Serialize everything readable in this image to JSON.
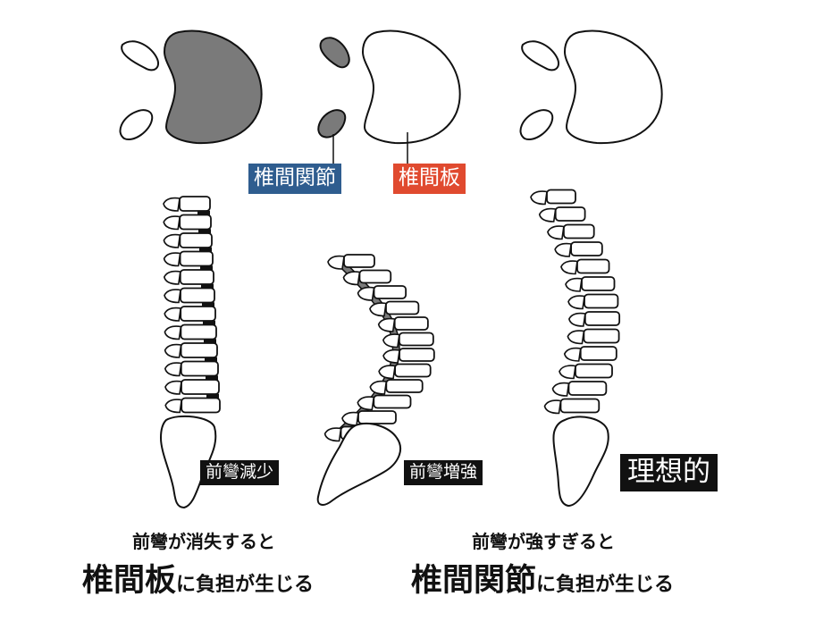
{
  "labels": {
    "facet_joint": "椎間関節",
    "disc": "椎間板",
    "reduced": "前彎減少",
    "increased": "前彎増強",
    "ideal": "理想的"
  },
  "captions": {
    "left_line1": "前彎が消失すると",
    "left_big": "椎間板",
    "left_small": "に負担が生じる",
    "right_line1": "前彎が強すぎると",
    "right_big": "椎間関節",
    "right_small": "に負担が生じる"
  },
  "colors": {
    "highlight_gray": "#7a7a7a",
    "facet_label_bg": "#2f5d8f",
    "disc_label_bg": "#e04a2f",
    "tag_bg": "#111111"
  }
}
